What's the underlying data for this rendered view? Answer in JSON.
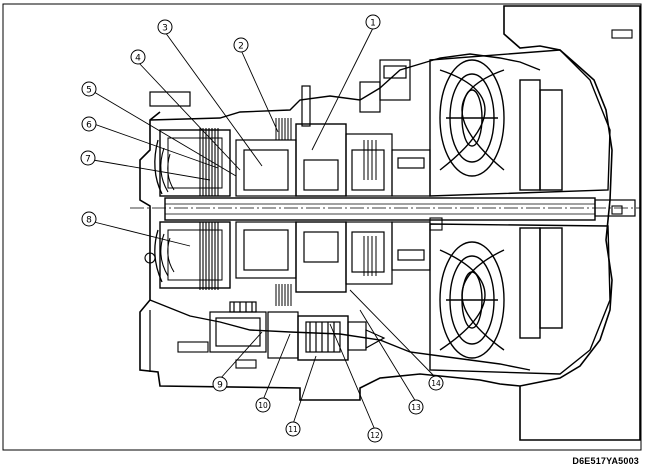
{
  "reference_code": "D6E517YA5003",
  "callouts": [
    {
      "id": "callout-1",
      "label": "1"
    },
    {
      "id": "callout-2",
      "label": "2"
    },
    {
      "id": "callout-3",
      "label": "3"
    },
    {
      "id": "callout-4",
      "label": "4"
    },
    {
      "id": "callout-5",
      "label": "5"
    },
    {
      "id": "callout-6",
      "label": "6"
    },
    {
      "id": "callout-7",
      "label": "7"
    },
    {
      "id": "callout-8",
      "label": "8"
    },
    {
      "id": "callout-9",
      "label": "9"
    },
    {
      "id": "callout-10",
      "label": "10"
    },
    {
      "id": "callout-11",
      "label": "11"
    },
    {
      "id": "callout-12",
      "label": "12"
    },
    {
      "id": "callout-13",
      "label": "13"
    },
    {
      "id": "callout-14",
      "label": "14"
    }
  ]
}
